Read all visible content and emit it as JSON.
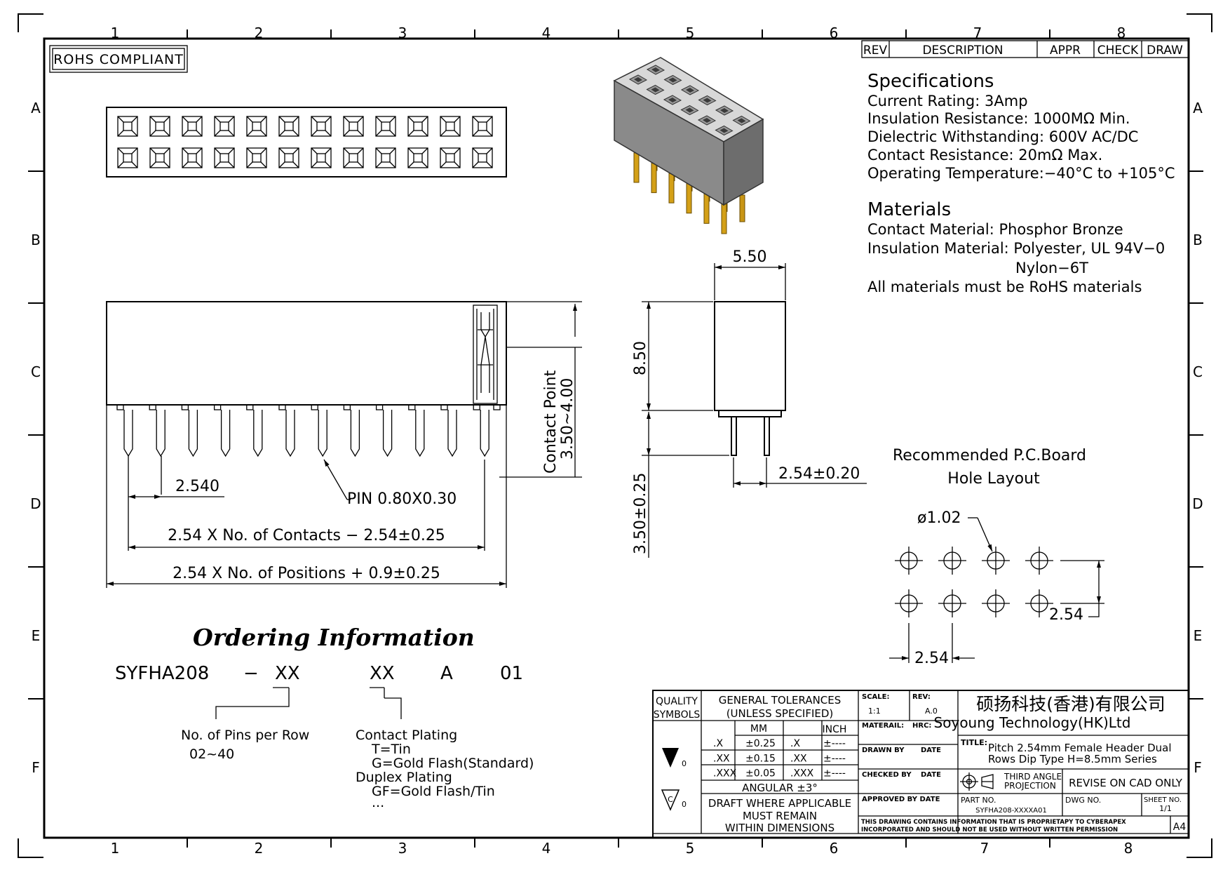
{
  "frame": {
    "col_numbers": [
      "1",
      "2",
      "3",
      "4",
      "5",
      "6",
      "7",
      "8"
    ],
    "row_letters": [
      "A",
      "B",
      "C",
      "D",
      "E",
      "F"
    ]
  },
  "rohs_label": "ROHS COMPLIANT",
  "revision_header": {
    "rev": "REV",
    "description": "DESCRIPTION",
    "appr": "APPR",
    "check": "CHECK",
    "draw": "DRAW"
  },
  "specs": {
    "title": "Specifications",
    "lines": [
      "Current Rating:   3Amp",
      "Insulation Resistance: 1000MΩ Min.",
      "Dielectric Withstanding:   600V AC/DC",
      "Contact Resistance:   20mΩ Max.",
      "Operating Temperature:−40°C to +105°C"
    ]
  },
  "materials": {
    "title": "Materials",
    "lines": [
      "Contact Material: Phosphor Bronze",
      "Insulation Material: Polyester, UL 94V−0",
      "Nylon−6T",
      "All materials must be RoHS materials"
    ]
  },
  "dims": {
    "width_top": "5.50",
    "height_body": "8.50",
    "pin_len": "3.50±0.25",
    "pin_pitch": "2.54±0.20",
    "contact_point": "Contact Point",
    "contact_range": "3.50~4.00",
    "pitch": "2.540",
    "pin_size": "PIN 0.80X0.30",
    "len_contacts": "2.54 X No. of Contacts − 2.54±0.25",
    "len_positions": "2.54 X No. of Positions + 0.9±0.25"
  },
  "pcb": {
    "title1": "Recommended P.C.Board",
    "title2": "Hole Layout",
    "hole": "ø1.02",
    "pitch_v": "2.54",
    "pitch_h": "2.54"
  },
  "ordering": {
    "title": "Ordering Information",
    "part": [
      "SYFHA208",
      "−",
      "XX",
      "XX",
      "A",
      "01"
    ],
    "pins_label": "No. of Pins per Row",
    "pins_range": "02~40",
    "plating_title": "Contact Plating",
    "plating_opts": [
      "T=Tin",
      "G=Gold Flash(Standard)"
    ],
    "duplex_title": "Duplex Plating",
    "duplex_opts": [
      "GF=Gold Flash/Tin",
      "..."
    ]
  },
  "titleblock": {
    "quality": "QUALITY",
    "symbols": "SYMBOLS",
    "gen_tol": "GENERAL TOLERANCES",
    "unless": "(UNLESS SPECIFIED)",
    "mm": "MM",
    "inch": "INCH",
    "tol_rows": [
      {
        "d": ".X",
        "mm": "±0.25",
        "i": ".X",
        "it": "±----"
      },
      {
        "d": ".XX",
        "mm": "±0.15",
        "i": ".XX",
        "it": "±----"
      },
      {
        "d": ".XXX",
        "mm": "±0.05",
        "i": ".XXX",
        "it": "±----"
      }
    ],
    "angular": "ANGULAR ±3°",
    "draft1": "DRAFT WHERE APPLICABLE",
    "draft2": "MUST REMAIN",
    "draft3": "WITHIN DIMENSIONS",
    "sym_sub": "0",
    "sym2_letter": "C",
    "scale_label": "SCALE:",
    "scale_val": "1:1",
    "rev_label": "REV:",
    "rev_val": "A.0",
    "material_label": "MATERAIL:",
    "hrc_label": "HRC:",
    "drawn_by": "DRAWN BY",
    "date1": "DATE",
    "checked_by": "CHECKED BY",
    "date2": "DATE",
    "approved_by": "APPROVED BY DATE",
    "company_cn": "硕扬科技(香港)有限公司",
    "company_en": "Soyoung Technology(HK)Ltd",
    "title_label": "TITLE:",
    "title1": "Pitch 2.54mm Female Header Dual",
    "title2": "Rows Dip Type H=8.5mm Series",
    "third1": "THIRD ANGLE",
    "third2": "PROJECTION",
    "revise": "REVISE ON CAD ONLY",
    "partno_label": "PART NO.",
    "partno": "SYFHA208-XXXXA01",
    "dwg_label": "DWG NO.",
    "sheet_label": "SHEET NO.",
    "sheet": "1/1",
    "notice1": "THIS DRAWING CONTAINS INFORMATION THAT IS PROPRIETAPY TO CYBERAPEX",
    "notice2": "INCORPORATED AND SHOULD NOT BE USED WITHOUT WRITTEN PERMISSION",
    "size": "A4"
  }
}
